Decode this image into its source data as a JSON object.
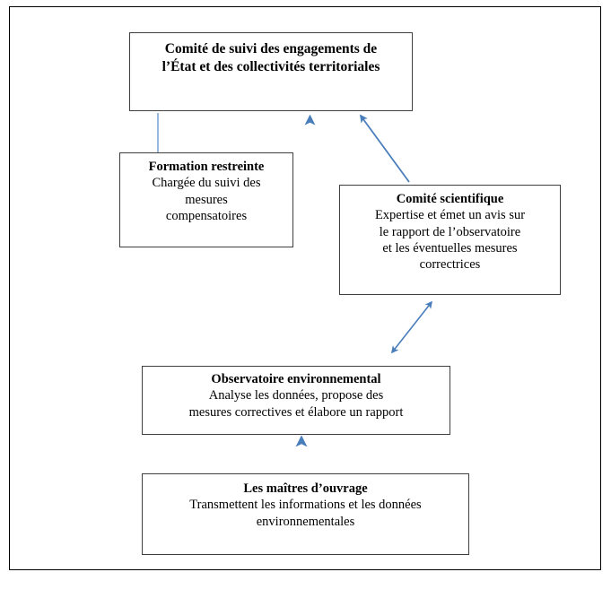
{
  "diagram": {
    "title_present": false,
    "frame": {
      "border_color": "#000000"
    },
    "colors": {
      "box_border": "#3f3f3f",
      "box_fill": "#ffffff",
      "text": "#000000",
      "arrow_blue": "#5b9bd5",
      "arrow_blue_dark": "#4a7ebb",
      "connector_line": "#7fa9d6"
    },
    "nodes": [
      {
        "id": "comite-suivi",
        "title": "Comité de suivi des engagements de\nl’État et des collectivités territoriales",
        "desc": ""
      },
      {
        "id": "formation-restreinte",
        "title": "Formation restreinte",
        "desc": "Chargée du suivi des\nmesures\ncompensatoires"
      },
      {
        "id": "comite-scientifique",
        "title": "Comité scientifique",
        "desc": "Expertise et émet un avis sur\nle rapport de l’observatoire\net les éventuelles mesures\ncorrectrices"
      },
      {
        "id": "observatoire-environnemental",
        "title": "Observatoire environnemental",
        "desc": "Analyse les données, propose des\nmesures correctives et élabore un rapport"
      },
      {
        "id": "maitres-douvrage",
        "title": "Les maîtres d’ouvrage",
        "desc": "Transmettent les informations et les données\nenvironnementales"
      }
    ],
    "connectors": [
      {
        "id": "suivi-to-formation",
        "from": "comite-suivi",
        "to": "formation-restreinte",
        "style": "plain-line",
        "heads": "none"
      },
      {
        "id": "observatoire-to-suivi",
        "from": "observatoire-environnemental",
        "to": "comite-suivi",
        "style": "straight-vertical",
        "heads": "single-up"
      },
      {
        "id": "scientifique-to-suivi",
        "from": "comite-scientifique",
        "to": "comite-suivi",
        "style": "diagonal",
        "heads": "single-up-left"
      },
      {
        "id": "observatoire-scientifique",
        "from": "observatoire-environnemental",
        "to": "comite-scientifique",
        "style": "diagonal",
        "heads": "double"
      },
      {
        "id": "maitres-to-observatoire",
        "from": "maitres-douvrage",
        "to": "observatoire-environnemental",
        "style": "straight-vertical",
        "heads": "single-up"
      }
    ]
  }
}
